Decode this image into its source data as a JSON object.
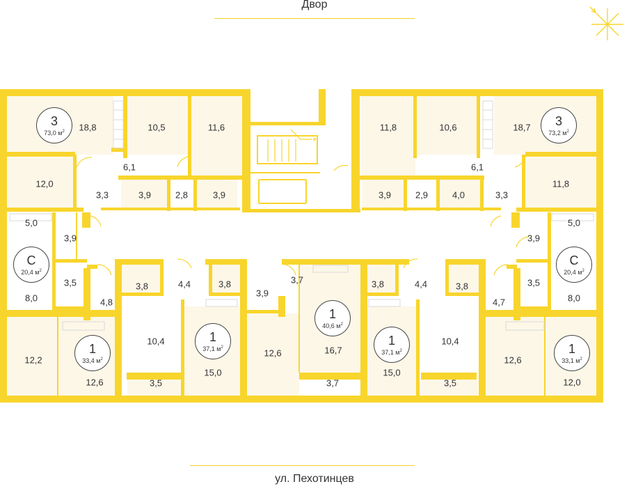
{
  "courtyard_label": "Двор",
  "street_label": "ул. Пехотинцев",
  "colors": {
    "wall": "#f8d52c",
    "wet_floor": "#fdf7e8",
    "dry_floor": "#ffffff",
    "text": "#333333"
  },
  "compass": {
    "icon": "sun-compass-icon"
  },
  "apartments": [
    {
      "type": "3",
      "area": "73,0 м",
      "sup": "2"
    },
    {
      "type": "3",
      "area": "73,2 м",
      "sup": "2"
    },
    {
      "type": "С",
      "area": "20,4 м",
      "sup": "2"
    },
    {
      "type": "С",
      "area": "20,4 м",
      "sup": "2"
    },
    {
      "type": "1",
      "area": "33,4 м",
      "sup": "2"
    },
    {
      "type": "1",
      "area": "37,1 м",
      "sup": "2"
    },
    {
      "type": "1",
      "area": "40,6 м",
      "sup": "2"
    },
    {
      "type": "1",
      "area": "37,1 м",
      "sup": "2"
    },
    {
      "type": "1",
      "area": "33,1 м",
      "sup": "2"
    }
  ],
  "rooms": [
    "18,8",
    "10,5",
    "11,6",
    "12,0",
    "6,1",
    "3,3",
    "3,9",
    "2,8",
    "3,9",
    "11,8",
    "10,6",
    "18,7",
    "6,1",
    "3,9",
    "2,9",
    "4,0",
    "3,3",
    "11,8",
    "5,0",
    "3,9",
    "3,5",
    "8,0",
    "4,8",
    "12,2",
    "12,6",
    "3,8",
    "4,4",
    "3,8",
    "10,4",
    "3,5",
    "15,0",
    "3,9",
    "3,7",
    "12,6",
    "16,7",
    "3,7",
    "3,8",
    "4,4",
    "3,8",
    "15,0",
    "10,4",
    "3,5",
    "5,0",
    "3,9",
    "4,7",
    "3,5",
    "8,0",
    "12,6",
    "12,0"
  ]
}
